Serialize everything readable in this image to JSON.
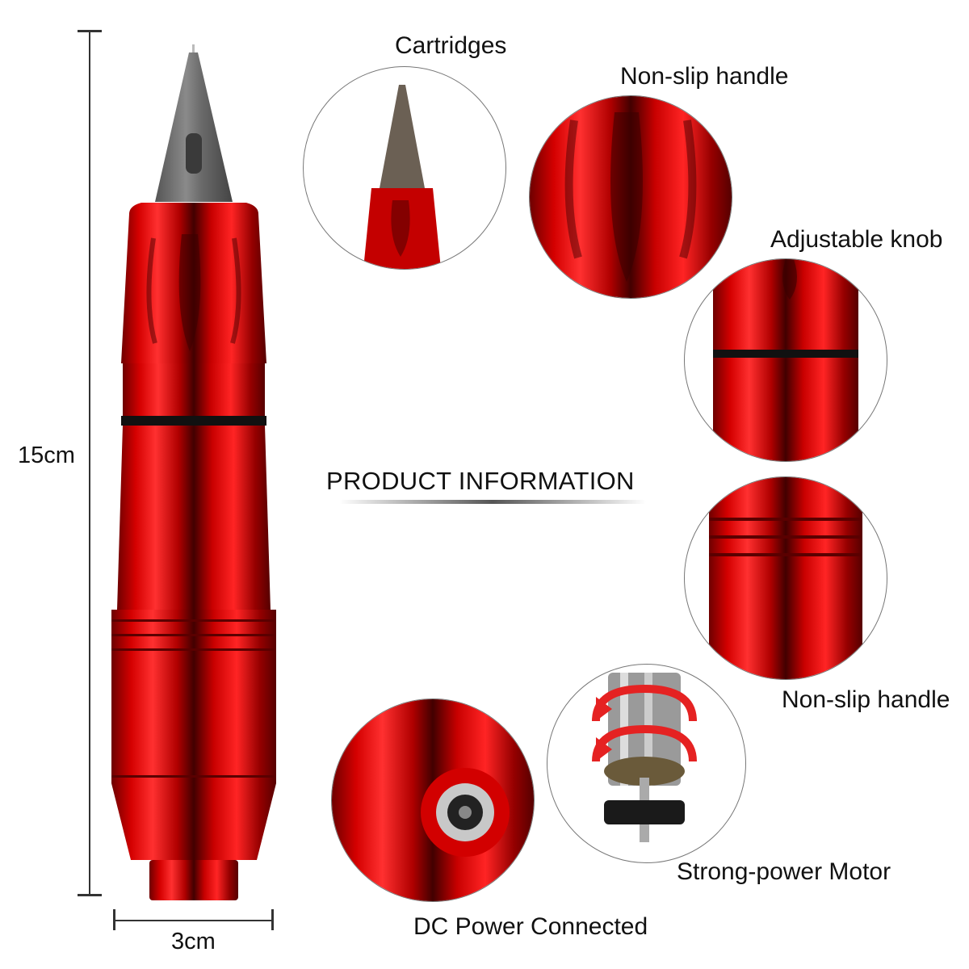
{
  "dimensions": {
    "height_label": "15cm",
    "width_label": "3cm"
  },
  "heading": {
    "title": "PRODUCT INFORMATION"
  },
  "callouts": [
    {
      "label": "Cartridges",
      "icon": "cartridge-closeup"
    },
    {
      "label": "Non-slip handle",
      "icon": "grip-closeup"
    },
    {
      "label": "Adjustable knob",
      "icon": "knob-closeup"
    },
    {
      "label": "Non-slip handle",
      "icon": "ribbed-handle-closeup"
    },
    {
      "label": "Strong-power Motor",
      "icon": "motor-closeup"
    },
    {
      "label": "DC Power Connected",
      "icon": "dc-jack-closeup"
    }
  ],
  "colors": {
    "product_red": "#d10000",
    "cartridge_gray": "#6a6a6a",
    "text": "#111111",
    "dimension_line": "#333333"
  }
}
